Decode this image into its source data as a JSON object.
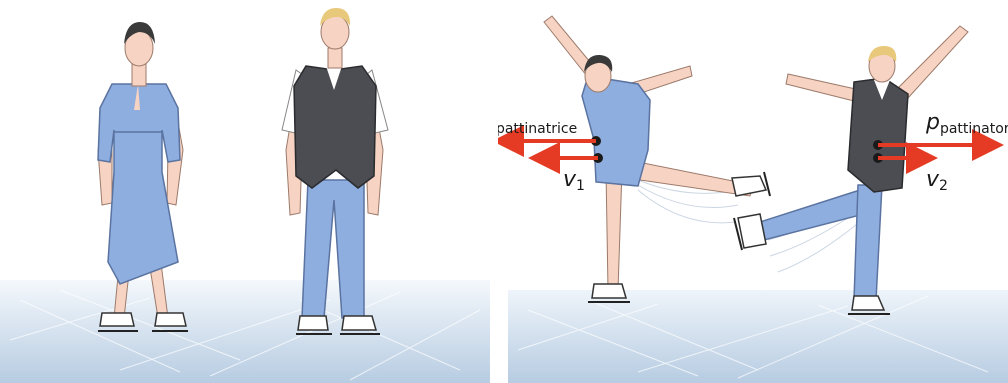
{
  "labels": {
    "p_symbol": "p",
    "p_skater_female_subscript": "pattinatrice",
    "p_skater_male_subscript": "pattinatore",
    "v_symbol": "v",
    "v1_subscript": "1",
    "v2_subscript": "2"
  },
  "colors": {
    "ice_light": "#e9f1f9",
    "ice_dark": "#b9cde3",
    "dress": "#8faee0",
    "trousers": "#8faee0",
    "vest": "#4b4d52",
    "skin": "#f6d3c3",
    "arrow": "#e53a24"
  },
  "icons": [
    "female-skater-standing",
    "male-skater-standing",
    "female-skater-pushing",
    "male-skater-pushing",
    "momentum-arrow",
    "velocity-arrow"
  ]
}
